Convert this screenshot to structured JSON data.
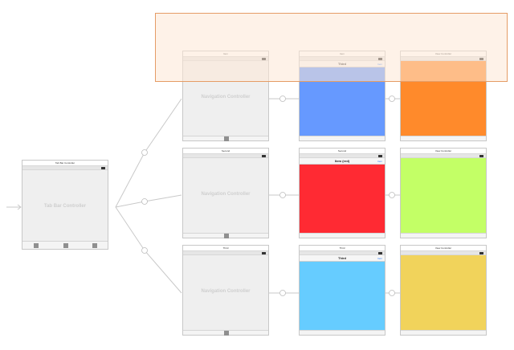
{
  "tab_bar_controller": {
    "title": "Tab Bar Controller",
    "label": "Tab Bar Controller"
  },
  "navigation_controllers": [
    {
      "title": "Item",
      "label": "Navigation Controller"
    },
    {
      "title": "Second",
      "label": "Navigation Controller"
    },
    {
      "title": "Third",
      "label": "Navigation Controller"
    }
  ],
  "root_view_controllers": [
    {
      "title": "Item",
      "nav_title": "Third",
      "nav_item": "Item",
      "color": "#6699ff"
    },
    {
      "title": "Second",
      "nav_title": "Item (red)",
      "nav_item": "Item",
      "color": "#ff2a33"
    },
    {
      "title": "Third",
      "nav_title": "Third",
      "nav_item": "Item",
      "color": "#66ccff"
    }
  ],
  "detail_view_controllers": [
    {
      "title": "View Controller",
      "color": "#ff8a2b"
    },
    {
      "title": "View Controller",
      "color": "#c3ff66"
    },
    {
      "title": "View Controller",
      "color": "#f1d35b"
    }
  ],
  "colors": {
    "line": "#c9c9c9",
    "selection_fill": "#fde8d6",
    "selection_border": "#e59c66"
  }
}
